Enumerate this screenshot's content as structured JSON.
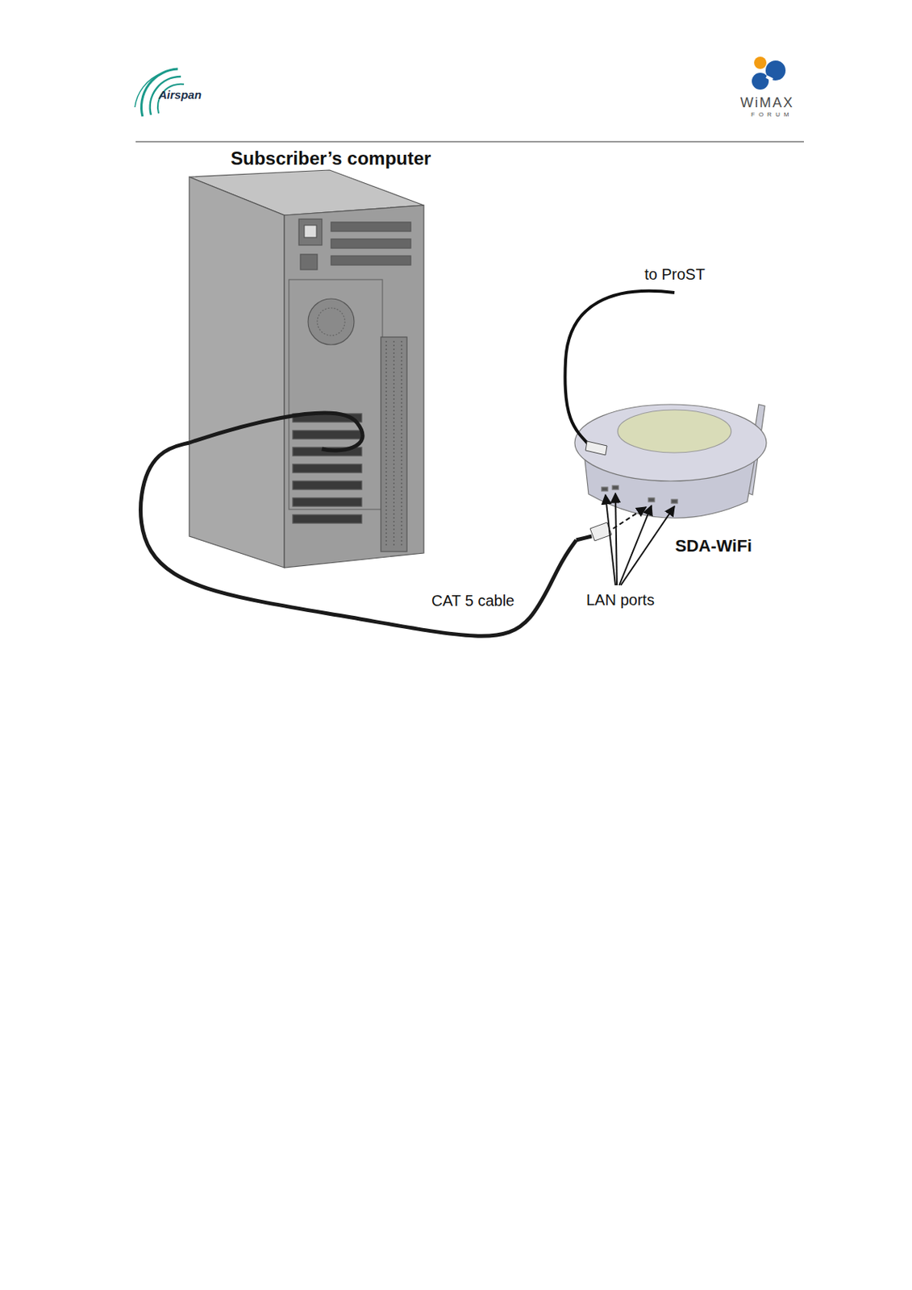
{
  "diagram": {
    "nodes": [
      {
        "text": [
          "Subscriber’s computer"
        ]
      },
      {
        "text": [
          "SDA-WiFi"
        ]
      }
    ],
    "edges": [
      {
        "from": 0,
        "to": 1,
        "arrow": "none",
        "label": "CAT 5 cable"
      }
    ],
    "labels": [
      "Airspan",
      "WiMAX",
      "FORUM",
      "to ProST",
      "LAN ports"
    ]
  }
}
